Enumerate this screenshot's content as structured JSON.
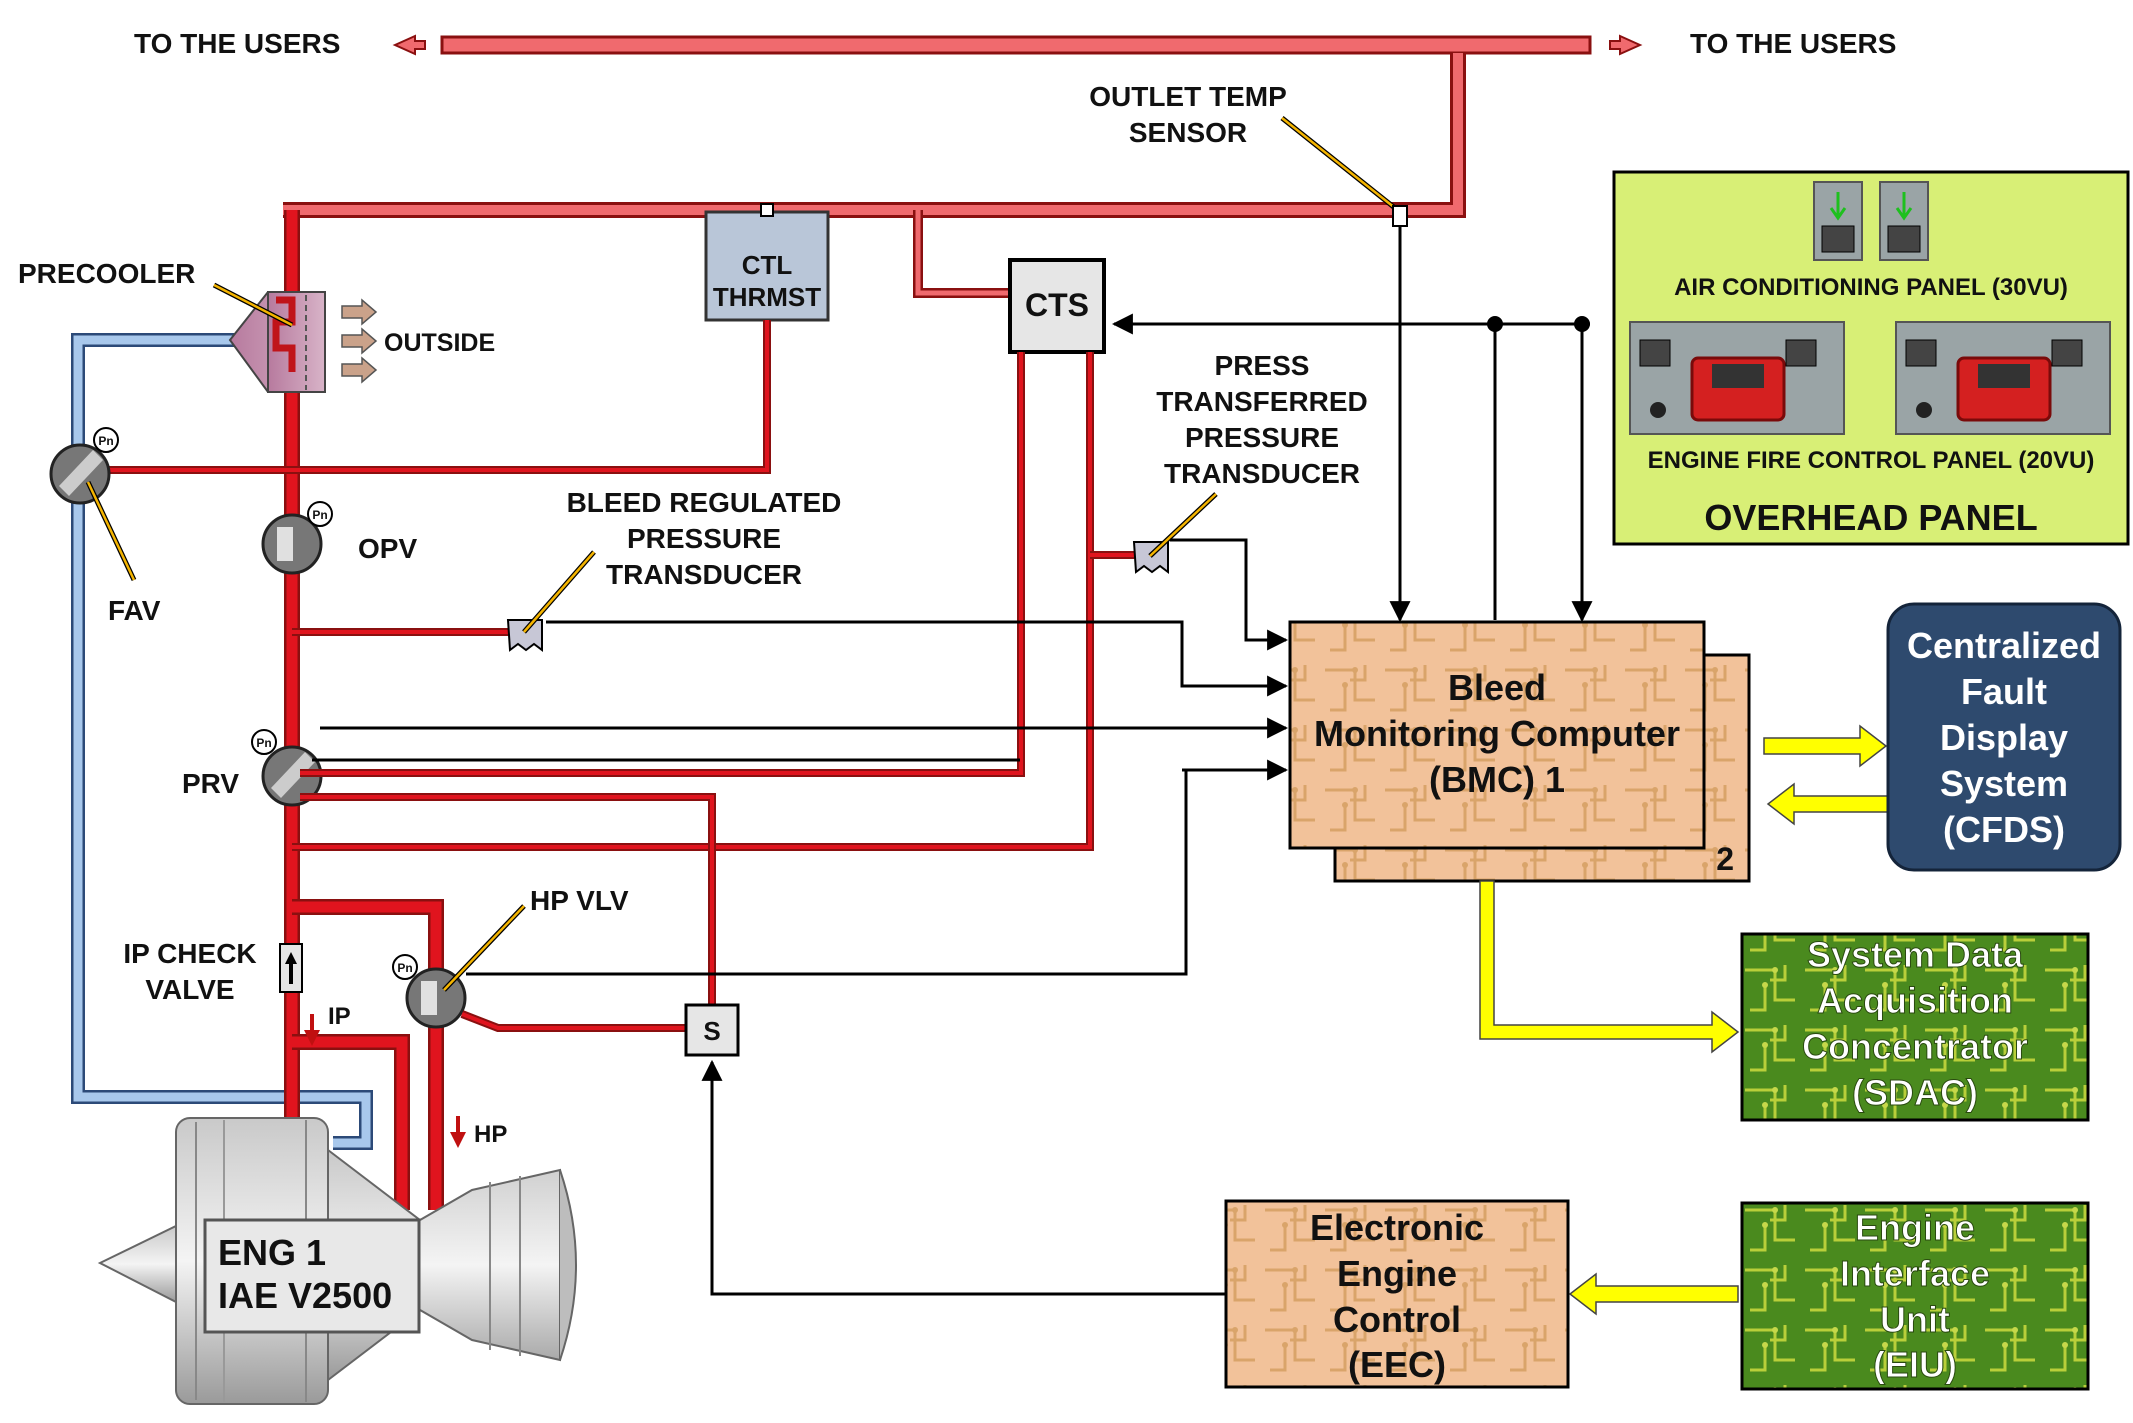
{
  "users": {
    "left": "TO THE USERS",
    "right": "TO THE USERS"
  },
  "sensor": {
    "line1": "OUTLET TEMP",
    "line2": "SENSOR"
  },
  "precooler": {
    "label": "PRECOOLER",
    "outside": "OUTSIDE"
  },
  "ctl_thrmst": {
    "line1": "CTL",
    "line2": "THRMST"
  },
  "cts": {
    "label": "CTS"
  },
  "press_transducer": {
    "line1": "PRESS",
    "line2": "TRANSFERRED",
    "line3": "PRESSURE",
    "line4": "TRANSDUCER"
  },
  "bleed_transducer": {
    "line1": "BLEED REGULATED",
    "line2": "PRESSURE",
    "line3": "TRANSDUCER"
  },
  "valves": {
    "fav": "FAV",
    "opv": "OPV",
    "prv": "PRV",
    "hp_vlv": "HP VLV",
    "ip_check_1": "IP CHECK",
    "ip_check_2": "VALVE",
    "ip": "IP",
    "hp": "HP",
    "pn": "Pn",
    "solenoid": "S"
  },
  "overhead": {
    "ac_panel": "AIR CONDITIONING PANEL (30VU)",
    "fire_panel": "ENGINE FIRE CONTROL PANEL (20VU)",
    "title": "OVERHEAD PANEL"
  },
  "bmc": {
    "line1": "Bleed",
    "line2": "Monitoring Computer",
    "line3": "(BMC) 1",
    "second": "2"
  },
  "cfds": {
    "line1": "Centralized",
    "line2": "Fault",
    "line3": "Display",
    "line4": "System",
    "line5": "(CFDS)"
  },
  "sdac": {
    "line1": "System Data",
    "line2": "Acquisition",
    "line3": "Concentrator",
    "line4": "(SDAC)"
  },
  "eec": {
    "line1": "Electronic",
    "line2": "Engine",
    "line3": "Control",
    "line4": "(EEC)"
  },
  "eiu": {
    "line1": "Engine",
    "line2": "Interface",
    "line3": "Unit",
    "line4": "(EIU)"
  },
  "engine": {
    "line1": "ENG 1",
    "line2": "IAE V2500"
  },
  "colors": {
    "hot_air": "#e0141e",
    "warm_air": "#f06a6e",
    "cool_air": "#a8c8ec",
    "computer": "#f2c29a",
    "cfds": "#2e4a6e",
    "overhead": "#d8ef76",
    "sdac": "#4a8a1e",
    "data_bus": "#ffff00"
  }
}
